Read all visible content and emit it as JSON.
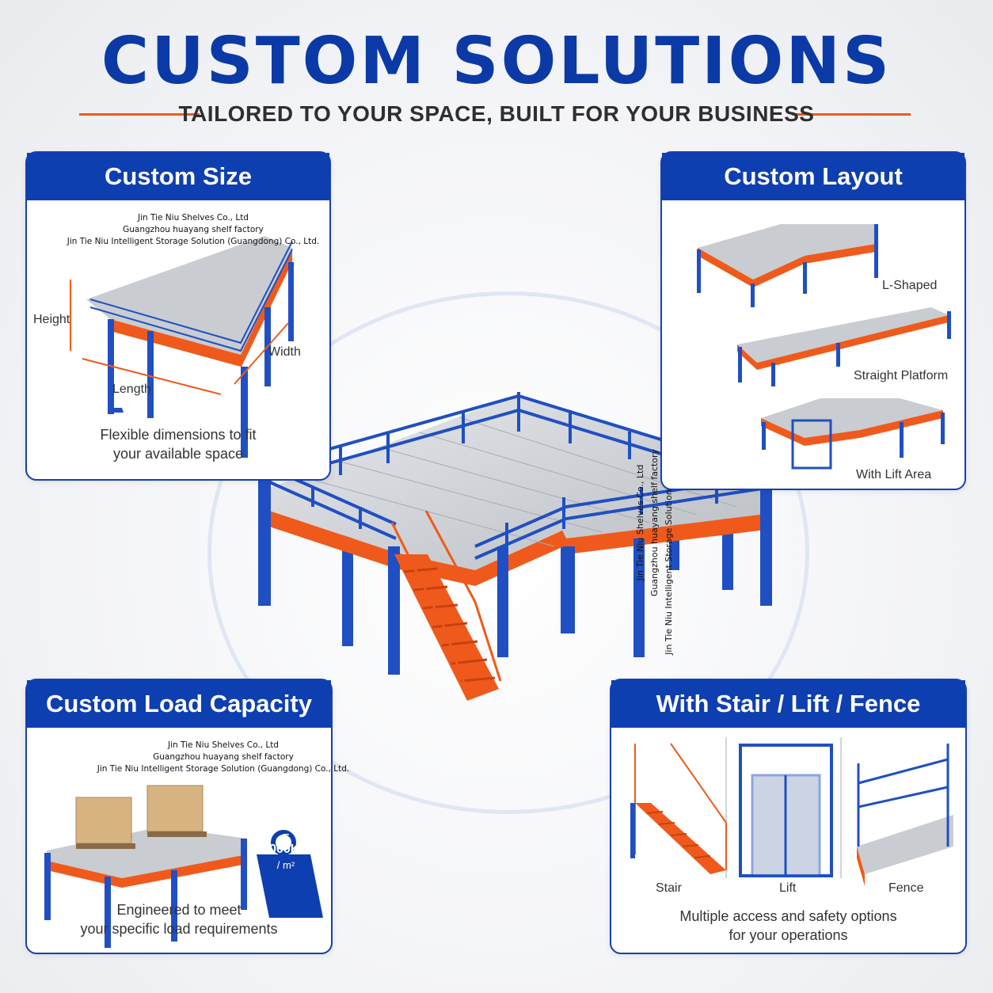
{
  "header": {
    "title": "CUSTOM SOLUTIONS",
    "subtitle": "TAILORED TO YOUR SPACE, BUILT FOR YOUR BUSINESS"
  },
  "watermark": {
    "line1": "Jin Tie Niu Shelves Co., Ltd",
    "line2": "Guangzhou huayang shelf factory",
    "line3": "Jin Tie Niu Intelligent Storage Solution (Guangdong) Co., Ltd."
  },
  "watermark_vertical": {
    "line1": "Jin Tie Niu Shelves Co., Ltd",
    "line2": "Guangzhou huayang shelf factory",
    "line3": "Jin Tie Niu Intelligent Storage Solution (Guangdong) Co., Ltd."
  },
  "cards": {
    "size": {
      "title": "Custom Size",
      "height_label": "Height",
      "length_label": "Length",
      "width_label": "Width",
      "caption_line1": "Flexible dimensions to fit",
      "caption_line2": "your available space"
    },
    "layout": {
      "title": "Custom Layout",
      "options": [
        "L-Shaped",
        "Straight Platform",
        "With Lift Area"
      ]
    },
    "load": {
      "title": "Custom Load Capacity",
      "weight_min": "300KG",
      "weight_dash": "–",
      "weight_max": "2000KG",
      "weight_unit": "/ m²",
      "caption_line1": "Engineered to meet",
      "caption_line2": "your specific load requirements"
    },
    "access": {
      "title": "With Stair / Lift / Fence",
      "options": [
        "Stair",
        "Lift",
        "Fence"
      ],
      "caption_line1": "Multiple access and safety options",
      "caption_line2": "for your operations"
    }
  },
  "colors": {
    "brand_blue": "#0e3fb0",
    "accent_orange": "#ef5a1c",
    "deck_gray": "#c9ccd1"
  }
}
